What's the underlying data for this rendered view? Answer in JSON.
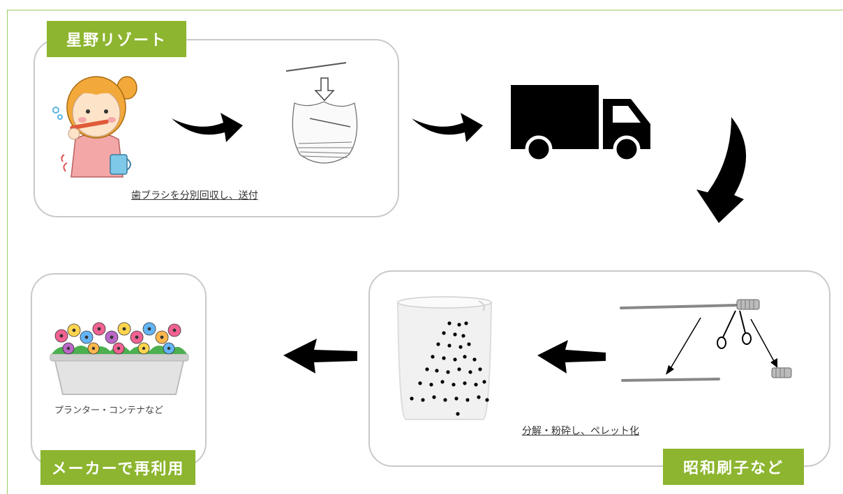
{
  "panels": {
    "hoshino": {
      "tag": "星野リゾート",
      "caption": "歯ブラシを分別回収し、送付"
    },
    "shouwa": {
      "tag": "昭和刷子など",
      "caption": "分解・粉砕し、ペレット化"
    },
    "maker": {
      "tag": "メーカーで再利用",
      "caption": "プランター・コンテナなど"
    }
  },
  "colors": {
    "accent": "#8db52f",
    "border": "#c9c9c9",
    "frame": "#9acd60",
    "arrow": "#000000"
  },
  "icons": [
    "girl-brushing-teeth-icon",
    "toothbrush-bag-icon",
    "truck-icon",
    "toothbrush-cut-icon",
    "pellet-beaker-icon",
    "flower-planter-icon"
  ]
}
